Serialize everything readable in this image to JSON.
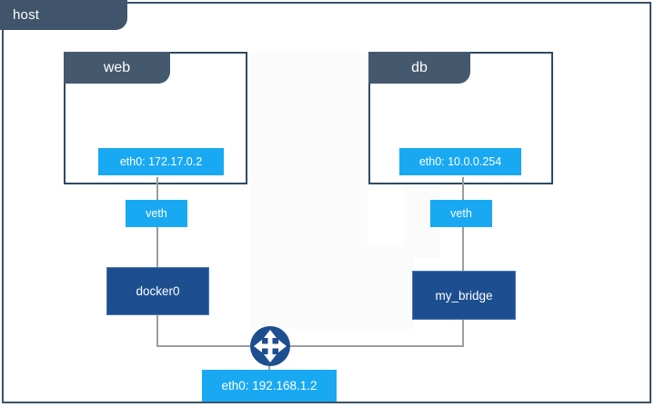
{
  "host": {
    "tab_label": "host",
    "border_color": "#3a5269",
    "tab_color": "#40556b"
  },
  "containers": [
    {
      "name": "web",
      "tab_label": "web",
      "interface": {
        "label": "eth0: 172.17.0.2",
        "device": "eth0",
        "address": "172.17.0.2"
      },
      "veth_label": "veth",
      "bridge_label": "docker0"
    },
    {
      "name": "db",
      "tab_label": "db",
      "interface": {
        "label": "eth0: 10.0.0.254",
        "device": "eth0",
        "address": "10.0.0.254"
      },
      "veth_label": "veth",
      "bridge_label": "my_bridge"
    }
  ],
  "host_interface": {
    "label": "eth0: 192.168.1.2",
    "device": "eth0",
    "address": "192.168.1.2"
  },
  "router": {
    "icon": "four-way-arrow-router-icon",
    "color": "#1d4e8f"
  },
  "colors": {
    "interface_blue": "#19a9f3",
    "bridge_navy": "#1d4e8f",
    "header_slate": "#44596e",
    "host_slate": "#40556b",
    "border_navy": "#2e4a63",
    "line_gray": "#9d9d9d"
  }
}
